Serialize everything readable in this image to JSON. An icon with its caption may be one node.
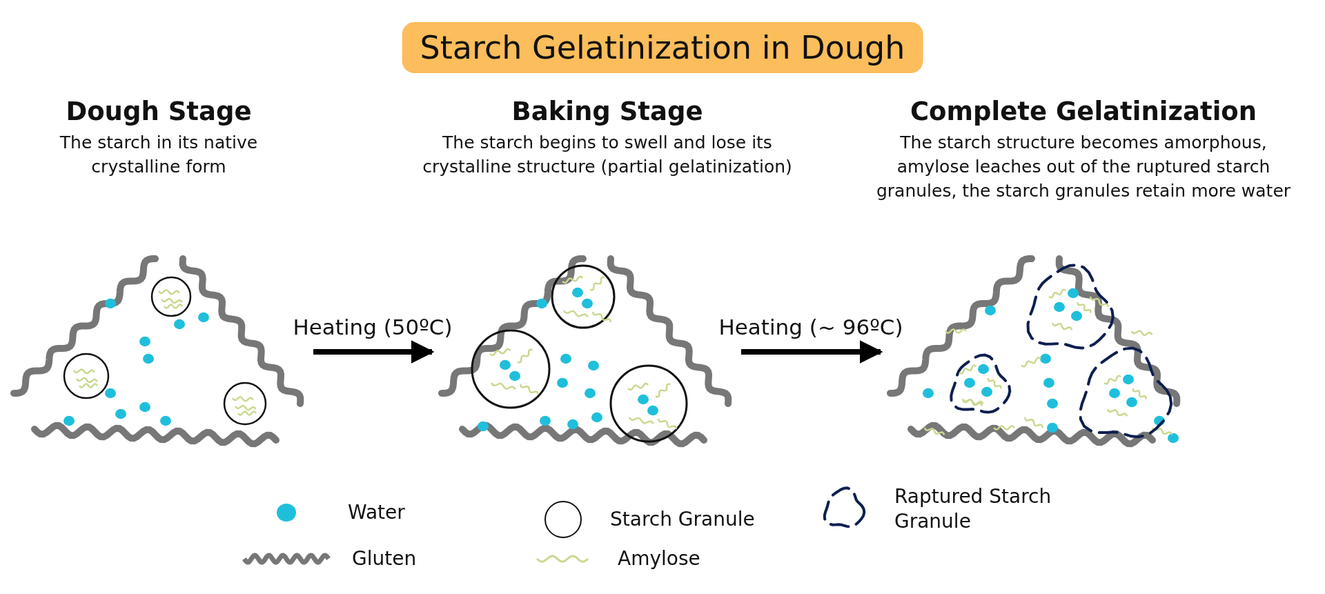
{
  "diagram": {
    "title": "Starch Gelatinization in Dough",
    "nodes": [
      {
        "text": [
          "Dough Stage",
          "The starch in its native crystalline form"
        ]
      },
      {
        "text": [
          "Baking Stage",
          "The starch begins to swell and lose its crystalline structure (partial gelatinization)"
        ]
      },
      {
        "text": [
          "Complete Gelatinization",
          "The starch structure becomes amorphous, amylose leaches out of the ruptured starch granules, the starch granules retain more water"
        ]
      },
      {
        "text": [],
        "shape": "picture",
        "in": 0
      },
      {
        "text": [],
        "shape": "picture",
        "in": 1
      },
      {
        "text": [],
        "shape": "picture",
        "in": 2
      }
    ],
    "edges": [
      {
        "from": 3,
        "to": 4,
        "arrow": "to",
        "label": "Heating (50ºC)"
      },
      {
        "from": 4,
        "to": 5,
        "arrow": "to",
        "label": "Heating (~ 96ºC)"
      }
    ],
    "legend": [
      {
        "text": "Water",
        "color": "#1fbfdc"
      },
      {
        "text": "Starch Granule"
      },
      {
        "text": "Raptured Starch Granule"
      },
      {
        "text": "Gluten"
      },
      {
        "text": "Amylose"
      }
    ]
  }
}
